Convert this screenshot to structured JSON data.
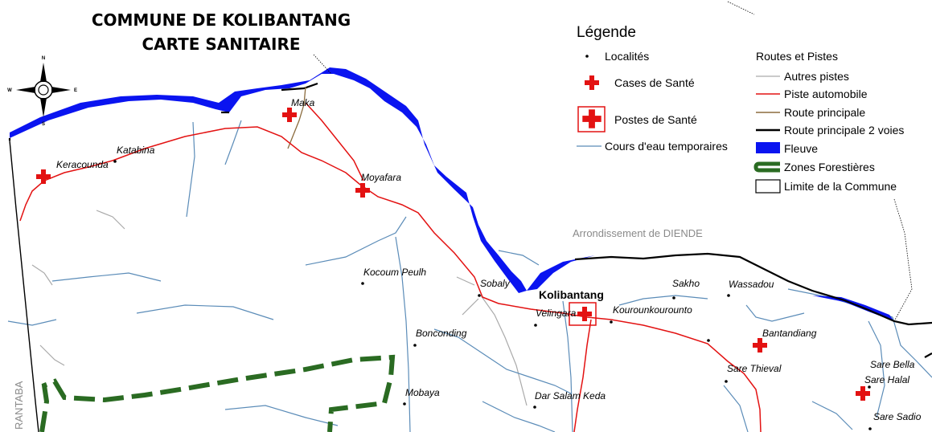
{
  "title": {
    "line1": "COMMUNE DE KOLIBANTANG",
    "line2": "CARTE SANITAIRE"
  },
  "compass": {
    "n": "N",
    "s": "S",
    "e": "E",
    "w": "W"
  },
  "legend": {
    "heading": "Légende",
    "localites": "Localités",
    "cases": "Cases de Santé",
    "postes": "Postes de Santé",
    "cours_eau": "Cours d'eau temporaires",
    "routes_heading": "Routes et Pistes",
    "autres_pistes": "Autres pistes",
    "piste_auto": "Piste automobile",
    "route_principale": "Route principale",
    "route_2voies": "Route principale 2 voies",
    "fleuve": "Fleuve",
    "zones_forestieres": "Zones Forestières",
    "limite": "Limite de la Commune"
  },
  "areas": {
    "diende": "Arrondissement de DIENDE",
    "west": "RANTABA"
  },
  "places": {
    "keracounda": "Keracounda",
    "katabina": "Katabina",
    "maka": "Maka",
    "moyafara": "Moyafara",
    "kocoum_peulh": "Kocoum Peulh",
    "sobaly": "Sobaly",
    "kolibantang": "Kolibantang",
    "velingara": "Velingara",
    "kourounkourounto": "Kourounkourounto",
    "sakho": "Sakho",
    "wassadou": "Wassadou",
    "bonconding": "Bonconding",
    "bantandiang": "Bantandiang",
    "sare_thieval": "Sare Thieval",
    "sare_bella": "Sare Bella",
    "sare_halal": "Sare Halal",
    "sare_sadio": "Sare Sadio",
    "mobaya": "Mobaya",
    "dar_salam_keda": "Dar Salam Keda"
  },
  "colors": {
    "river": "#0a14f0",
    "stream": "#5b8cb8",
    "piste": "#e31212",
    "route_principale": "#8b6b3d",
    "autres_pistes": "#aaaaaa",
    "forest": "#2a6b22",
    "health": "#e31212"
  }
}
